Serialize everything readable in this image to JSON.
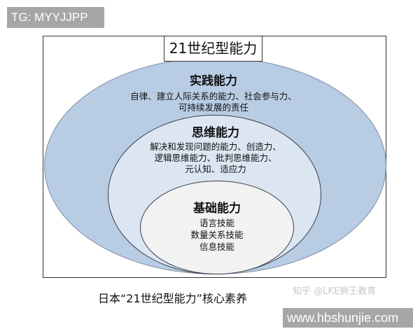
{
  "watermark_top": "TG: MYYJJPP",
  "diagram": {
    "title": "21世纪型能力",
    "outer": {
      "heading": "实践能力",
      "lines": [
        "自律、建立人际关系的能力、社会参与力、",
        "可持续发展的责任"
      ],
      "fill": "#b8cce4"
    },
    "middle": {
      "heading": "思维能力",
      "lines": [
        "解决和发现问题的能力、创造力、",
        "逻辑思维能力、批判思维能力、",
        "元认知、适应力"
      ],
      "fill": "#dce6f2"
    },
    "inner": {
      "heading": "基础能力",
      "lines": [
        "语言技能",
        "数量关系技能",
        "信息技能"
      ],
      "fill": "#f2f2f2"
    }
  },
  "caption": "日本“21世纪型能力”核心素养",
  "zhihu_watermark": "知乎 @LKE狮王教育",
  "watermark_bottom": "www.hbshunjie.com"
}
